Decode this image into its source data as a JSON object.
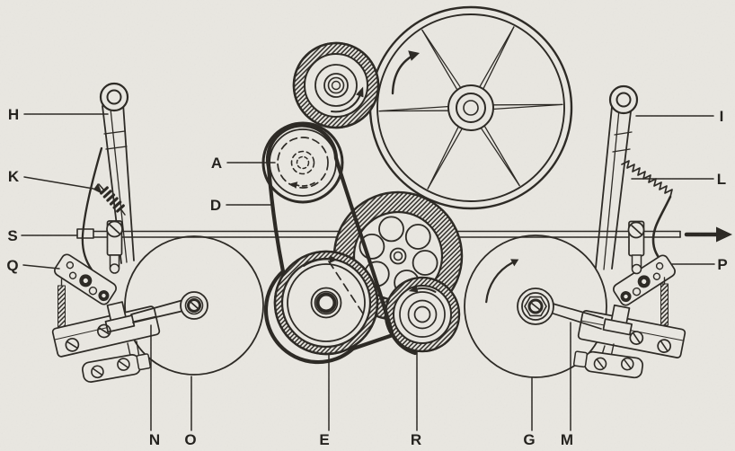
{
  "figure": {
    "background_color": "#e9e7e1",
    "ink_color": "#2a2722",
    "description_labels_present": [
      "H",
      "K",
      "S",
      "Q",
      "A",
      "D",
      "N",
      "O",
      "E",
      "R",
      "G",
      "M",
      "I",
      "L",
      "P"
    ]
  },
  "labels": {
    "h": "H",
    "k": "K",
    "s": "S",
    "q": "Q",
    "a": "A",
    "d": "D",
    "i": "I",
    "l": "L",
    "p": "P",
    "n": "N",
    "o": "O",
    "e": "E",
    "r": "R",
    "g": "G",
    "m": "M"
  }
}
